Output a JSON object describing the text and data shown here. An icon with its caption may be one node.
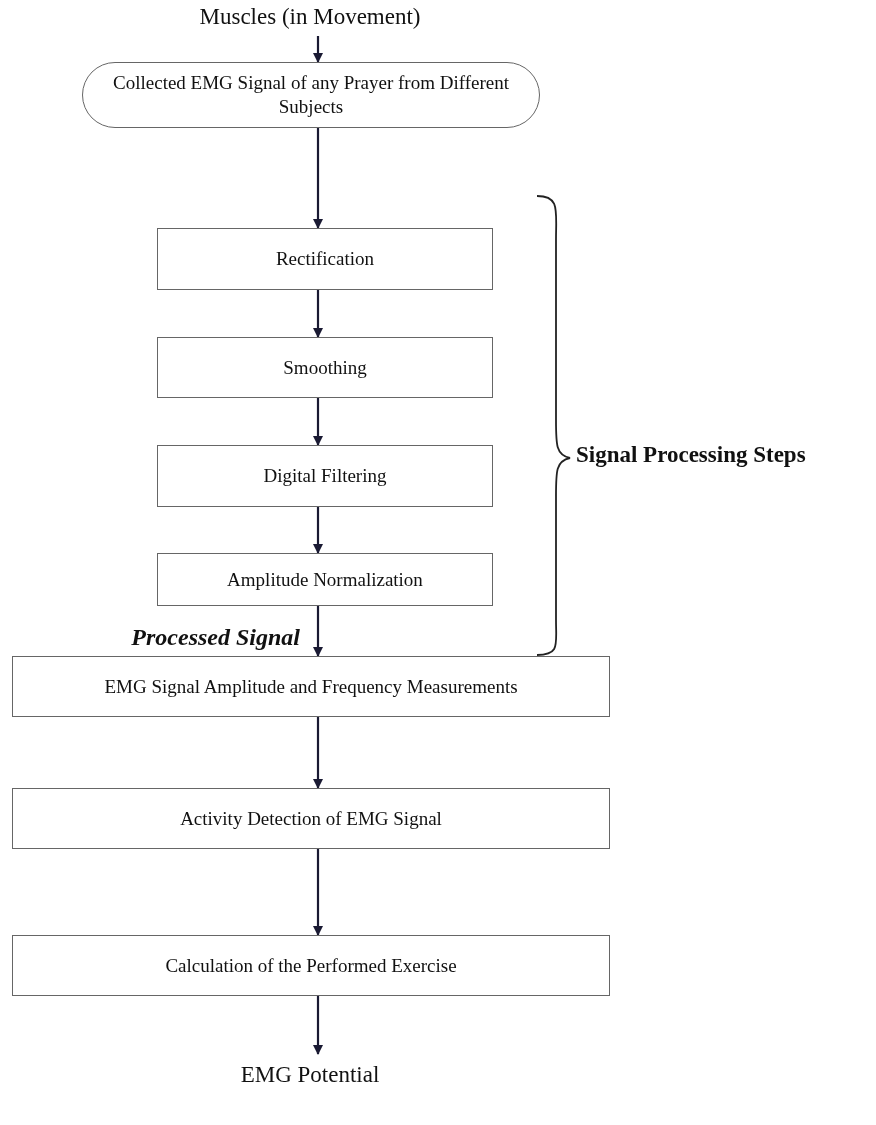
{
  "diagram": {
    "nodes": [
      {
        "text": [
          "Muscles (in Movement)"
        ]
      },
      {
        "text": [
          "Collected EMG Signal of any Prayer from Different Subjects"
        ]
      },
      {
        "text": [
          "Rectification"
        ]
      },
      {
        "text": [
          "Smoothing"
        ]
      },
      {
        "text": [
          "Digital Filtering"
        ]
      },
      {
        "text": [
          "Amplitude Normalization"
        ]
      },
      {
        "text": [
          "EMG Signal Amplitude and Frequency Measurements"
        ]
      },
      {
        "text": [
          "Activity Detection of EMG Signal"
        ]
      },
      {
        "text": [
          "Calculation of the Performed Exercise"
        ]
      },
      {
        "text": [
          "EMG Potential"
        ]
      }
    ],
    "edges": [
      {
        "from": 0,
        "to": 1,
        "arrow": "to"
      },
      {
        "from": 1,
        "to": 2,
        "arrow": "to"
      },
      {
        "from": 2,
        "to": 3,
        "arrow": "to"
      },
      {
        "from": 3,
        "to": 4,
        "arrow": "to"
      },
      {
        "from": 4,
        "to": 5,
        "arrow": "to"
      },
      {
        "from": 5,
        "to": 6,
        "arrow": "to",
        "label": "Processed Signal"
      },
      {
        "from": 6,
        "to": 7,
        "arrow": "to"
      },
      {
        "from": 7,
        "to": 8,
        "arrow": "to"
      },
      {
        "from": 8,
        "to": 9,
        "arrow": "to"
      }
    ],
    "labels": [
      "Signal Processing Steps"
    ]
  }
}
